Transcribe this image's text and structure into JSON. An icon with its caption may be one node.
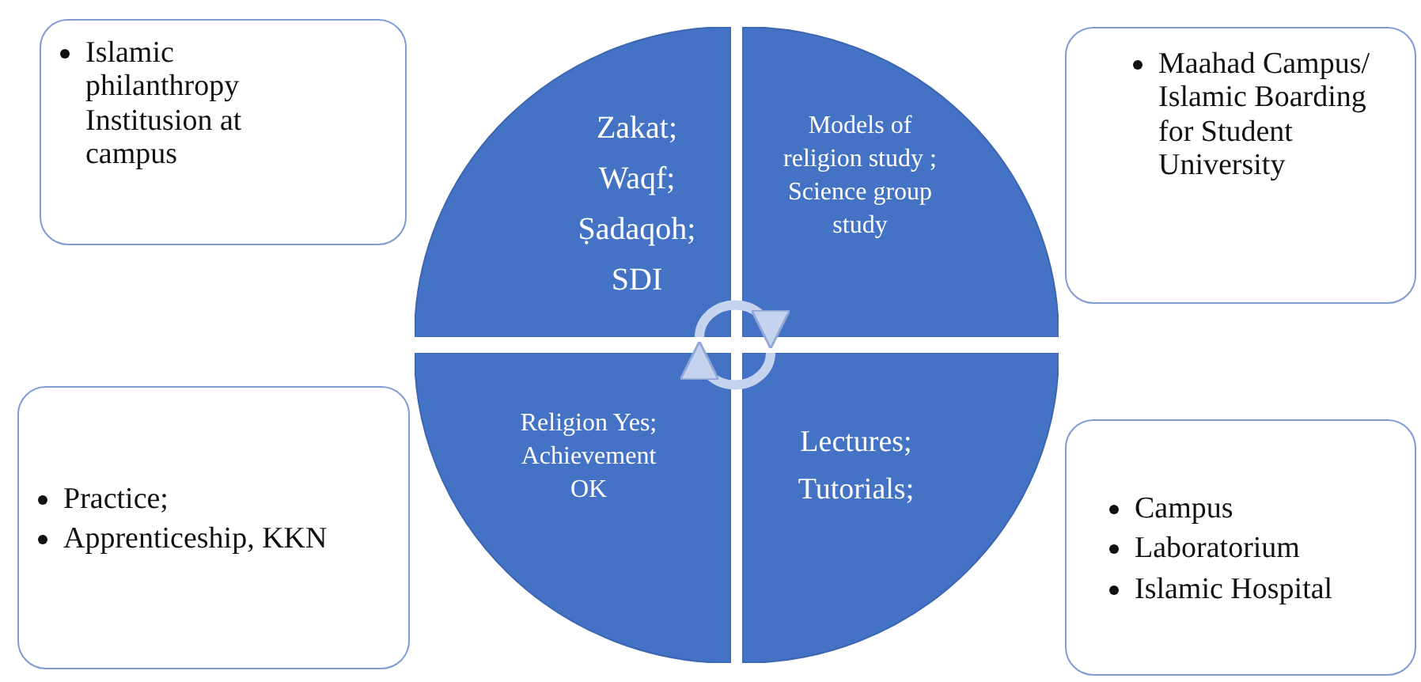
{
  "diagram": {
    "nodes": [
      {
        "text": [
          "Islamic philanthropy Institusion at campus"
        ]
      },
      {
        "text": [
          "Maahad Campus/ Islamic Boarding for Student University"
        ]
      },
      {
        "text": [
          "Practice;",
          "Apprenticeship, KKN"
        ]
      },
      {
        "text": [
          "Campus",
          "Laboratorium",
          "Islamic Hospital"
        ]
      },
      {
        "text": [
          "Zakat;",
          "Waqf;",
          "Ṣadaqoh;",
          "SDI"
        ]
      },
      {
        "text": [
          "Models of religion study ;",
          "Science group study"
        ]
      },
      {
        "text": [
          "Religion Yes;",
          "Achievement OK"
        ]
      },
      {
        "text": [
          "Lectures;",
          "Tutorials;"
        ]
      }
    ],
    "edges": [
      {
        "from": 4,
        "to": 5,
        "arrow": "to"
      },
      {
        "from": 7,
        "to": 6,
        "arrow": "to"
      }
    ]
  }
}
